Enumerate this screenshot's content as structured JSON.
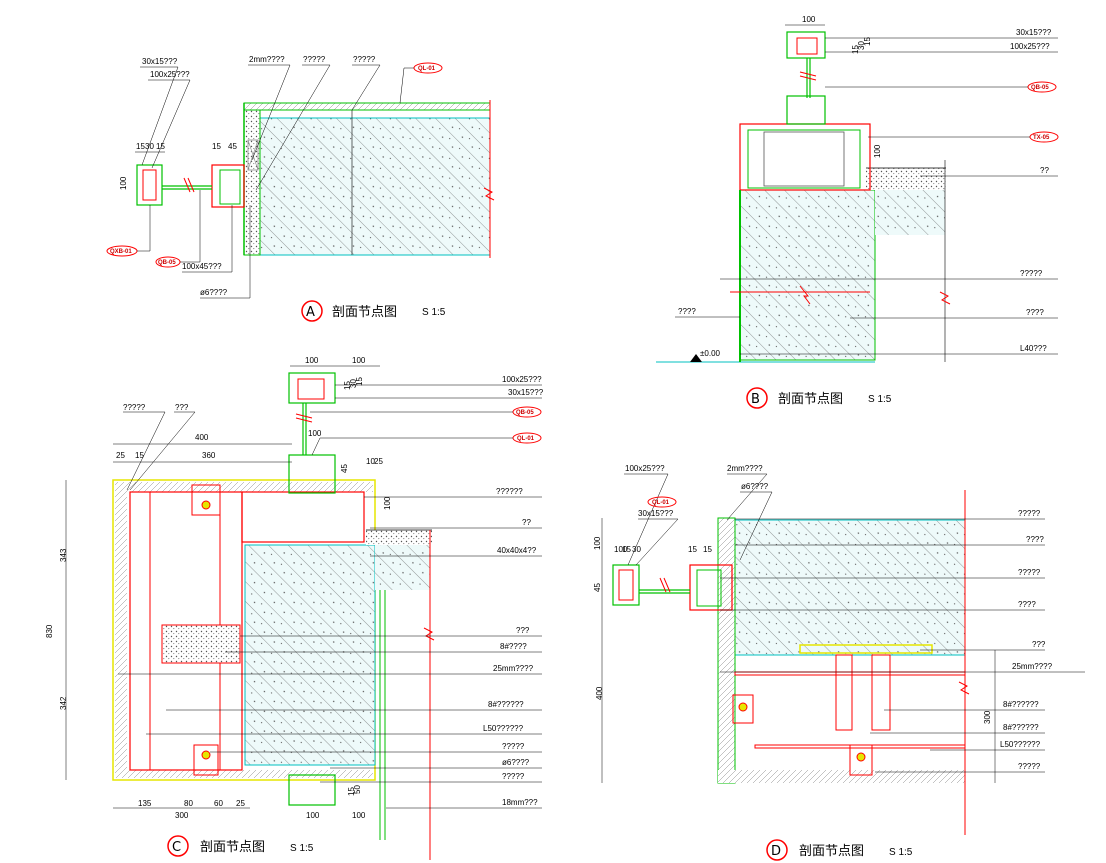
{
  "colors": {
    "concrete": "#d8f5f5",
    "hatch": "#666666",
    "red": "#ff0000",
    "green": "#00c000",
    "cyan": "#00c0c0",
    "yellow": "#e6e600",
    "line": "#000000"
  },
  "detailA": {
    "letter": "A",
    "title": "剖面节点图",
    "scale": "S 1:5",
    "labels": [
      "30x15???",
      "100x25???",
      "2mm????",
      "?????",
      "?????",
      "100x45???",
      "ø6????"
    ],
    "dims": [
      "15",
      "30",
      "15",
      "15",
      "45",
      "100"
    ],
    "tags": [
      "QXB-01",
      "QB-05",
      "QL-01"
    ]
  },
  "detailB": {
    "letter": "B",
    "title": "剖面节点图",
    "scale": "S 1:5",
    "labels": [
      "30x15???",
      "100x25???",
      "??",
      "?????",
      "????",
      "????",
      "L40???"
    ],
    "dims": [
      "100",
      "15",
      "30",
      "15",
      "100"
    ],
    "tags": [
      "QB-05",
      "TX-05"
    ],
    "level": "±0.00"
  },
  "detailC": {
    "letter": "C",
    "title": "剖面节点图",
    "scale": "S 1:5",
    "labels": [
      "100x25???",
      "30x15???",
      "??????",
      "??",
      "40x40x4??",
      "???",
      "8#????",
      "25mm????",
      "8#??????",
      "L50??????",
      "?????",
      "ø6????",
      "?????",
      "18mm???",
      "?????",
      "???"
    ],
    "dims": [
      "100",
      "100",
      "15",
      "30",
      "15",
      "100",
      "400",
      "25",
      "15",
      "360",
      "45",
      "10",
      "25",
      "100",
      "343",
      "830",
      "342",
      "135",
      "80",
      "60",
      "25",
      "300",
      "100",
      "100",
      "15",
      "50"
    ],
    "tags": [
      "QB-05",
      "QL-01"
    ]
  },
  "detailD": {
    "letter": "D",
    "title": "剖面节点图",
    "scale": "S 1:5",
    "labels": [
      "100x25???",
      "2mm????",
      "ø6????",
      "30x15???",
      "?????",
      "????",
      "?????",
      "????",
      "???",
      "25mm????",
      "8#??????",
      "8#??????",
      "L50??????",
      "?????"
    ],
    "dims": [
      "100",
      "15",
      "30",
      "15",
      "15",
      "45",
      "100",
      "400",
      "300"
    ],
    "tags": [
      "QL-01"
    ]
  }
}
